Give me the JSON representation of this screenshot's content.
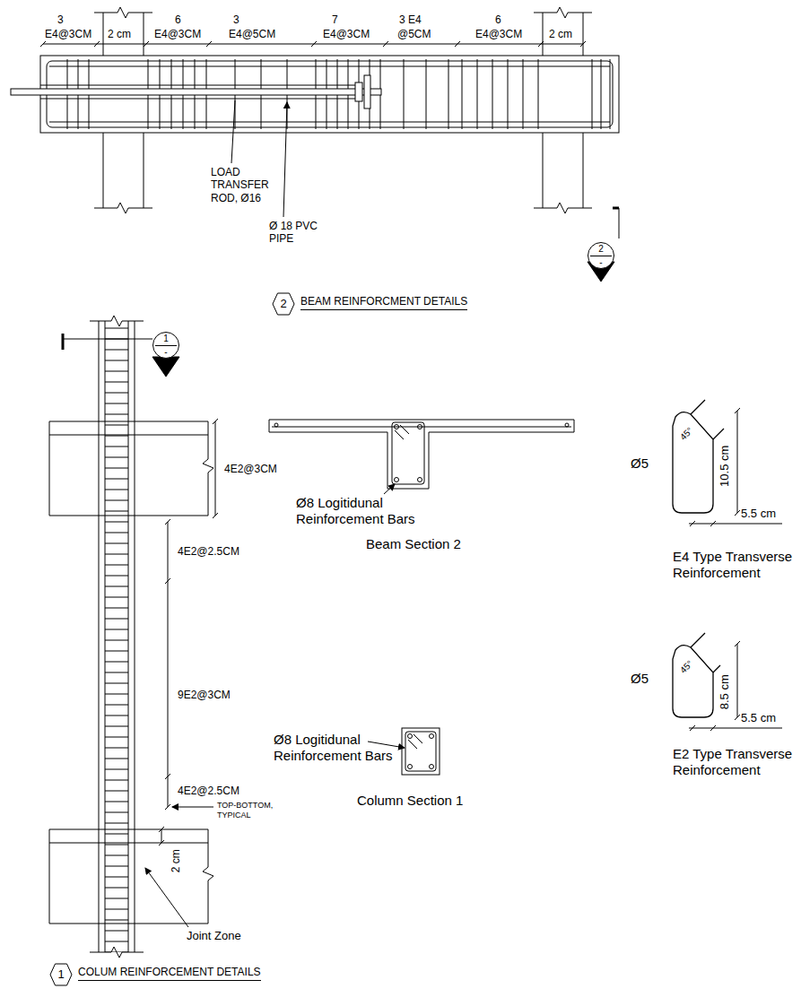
{
  "diagram": {
    "nodes": [
      {
        "text": [
          "2",
          "-"
        ]
      },
      {
        "text": [
          "2",
          "BEAM REINFORCMENT DETAILS"
        ]
      },
      {
        "text": [
          "1",
          "-"
        ]
      },
      {
        "text": [
          "1",
          "COLUM REINFORCEMENT DETAILS"
        ]
      }
    ],
    "labels": [
      "3",
      "E4@3CM",
      "2 cm",
      "6",
      "E4@3CM",
      "3",
      "E4@5CM",
      "7",
      "E4@3CM",
      "3 E4",
      "@5CM",
      "6",
      "E4@3CM",
      "2 cm",
      "LOAD TRANSFER ROD, Ø16",
      "Ø 18 PVC PIPE",
      "4E2@3CM",
      "4E2@2.5CM",
      "9E2@3CM",
      "4E2@2.5CM",
      "TOP-BOTTOM, TYPICAL",
      "2 cm",
      "Joint Zone",
      "Ø8 Logitidunal Reinforcement Bars",
      "Beam Section 2",
      "Ø8 Logitidunal Reinforcement Bars",
      "Column Section 1",
      "Ø5",
      "45°",
      "10.5 cm",
      "5.5 cm",
      "E4 Type Transverse Reinforcement",
      "Ø5",
      "45°",
      "8.5 cm",
      "5.5 cm",
      "E2 Type Transverse Reinforcement"
    ]
  }
}
